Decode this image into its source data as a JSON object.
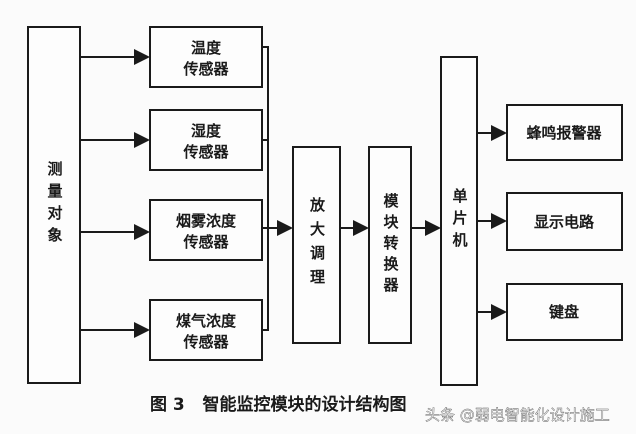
{
  "blocks": {
    "measured_object": "测量对象",
    "sensors": [
      {
        "line1": "温度",
        "line2": "传感器"
      },
      {
        "line1": "湿度",
        "line2": "传感器"
      },
      {
        "line1": "烟雾浓度",
        "line2": "传感器"
      },
      {
        "line1": "煤气浓度",
        "line2": "传感器"
      }
    ],
    "amplifier": "放大调理",
    "converter": "模块转换器",
    "mcu": "单片机",
    "outputs": [
      "蜂鸣报警器",
      "显示电路",
      "键盘"
    ]
  },
  "caption": "图 3   智能监控模块的设计结构图",
  "watermark": "头条 @弱电智能化设计施工"
}
